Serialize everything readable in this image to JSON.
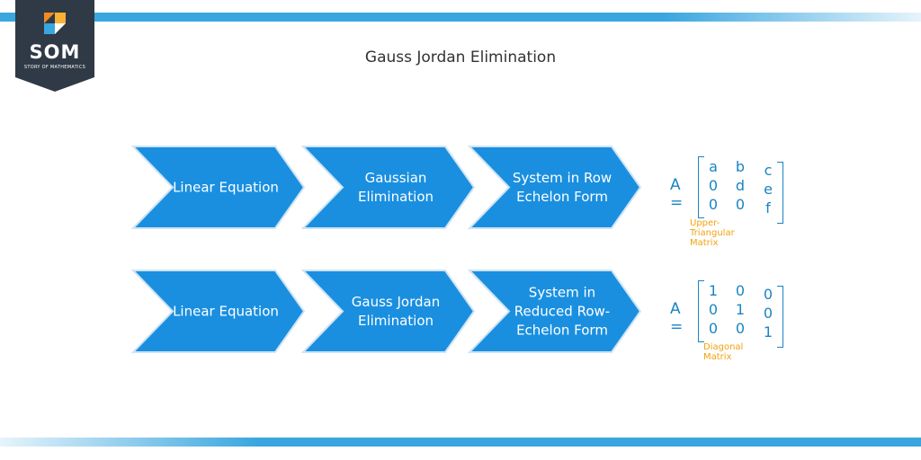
{
  "logo": {
    "text": "SOM",
    "subtext": "STORY OF MATHEMATICS"
  },
  "title": "Gauss Jordan Elimination",
  "rows": [
    {
      "steps": [
        {
          "lines": [
            "Linear Equation"
          ]
        },
        {
          "lines": [
            "Gaussian",
            "Elimination"
          ]
        },
        {
          "lines": [
            "System  in Row",
            "Echelon Form"
          ]
        }
      ],
      "matrix": {
        "label": "A =",
        "cells": [
          [
            "a",
            "b",
            "c"
          ],
          [
            "0",
            "d",
            "e"
          ],
          [
            "0",
            "0",
            "f"
          ]
        ],
        "caption": "Upper-Triangular Matrix"
      }
    },
    {
      "steps": [
        {
          "lines": [
            "Linear Equation"
          ]
        },
        {
          "lines": [
            "Gauss Jordan",
            "Elimination"
          ]
        },
        {
          "lines": [
            "System  in",
            "Reduced Row-",
            "Echelon Form"
          ]
        }
      ],
      "matrix": {
        "label": "A =",
        "cells": [
          [
            "1",
            "0",
            "0"
          ],
          [
            "0",
            "1",
            "0"
          ],
          [
            "0",
            "0",
            "1"
          ]
        ],
        "caption": "Diagonal Matrix"
      }
    }
  ],
  "colors": {
    "arrow_fill": "#1a8fe0",
    "arrow_stroke": "#cfe4f5",
    "matrix_text": "#1a84c4",
    "caption": "#f2a20c",
    "logo_bg": "#2f3a46"
  }
}
